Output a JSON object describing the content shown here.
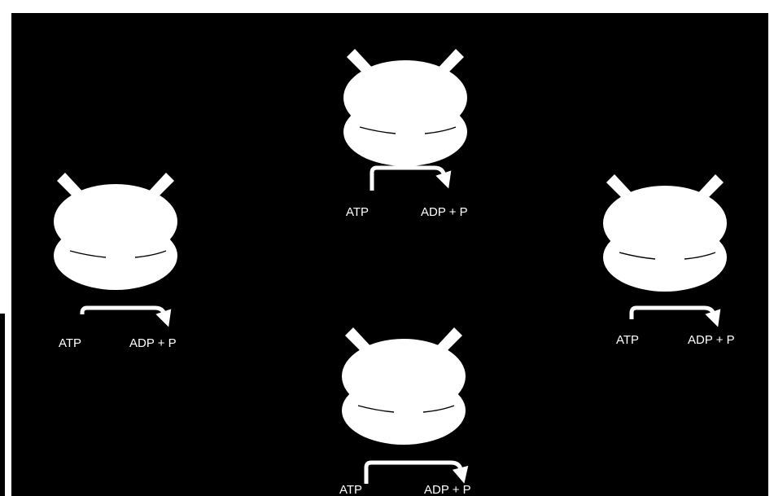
{
  "header": {
    "title_fragment": "",
    "title_color": "#e8000d"
  },
  "diagram": {
    "background_color": "#000000",
    "shape_color": "#ffffff",
    "units": [
      {
        "position": "top",
        "atp_label": "ATP",
        "product_label": "ADP + P"
      },
      {
        "position": "left",
        "atp_label": "ATP",
        "product_label": "ADP + P"
      },
      {
        "position": "right",
        "atp_label": "ATP",
        "product_label": "ADP + P"
      },
      {
        "position": "bottom",
        "atp_label": "ATP",
        "product_label": "ADP + P"
      }
    ]
  }
}
